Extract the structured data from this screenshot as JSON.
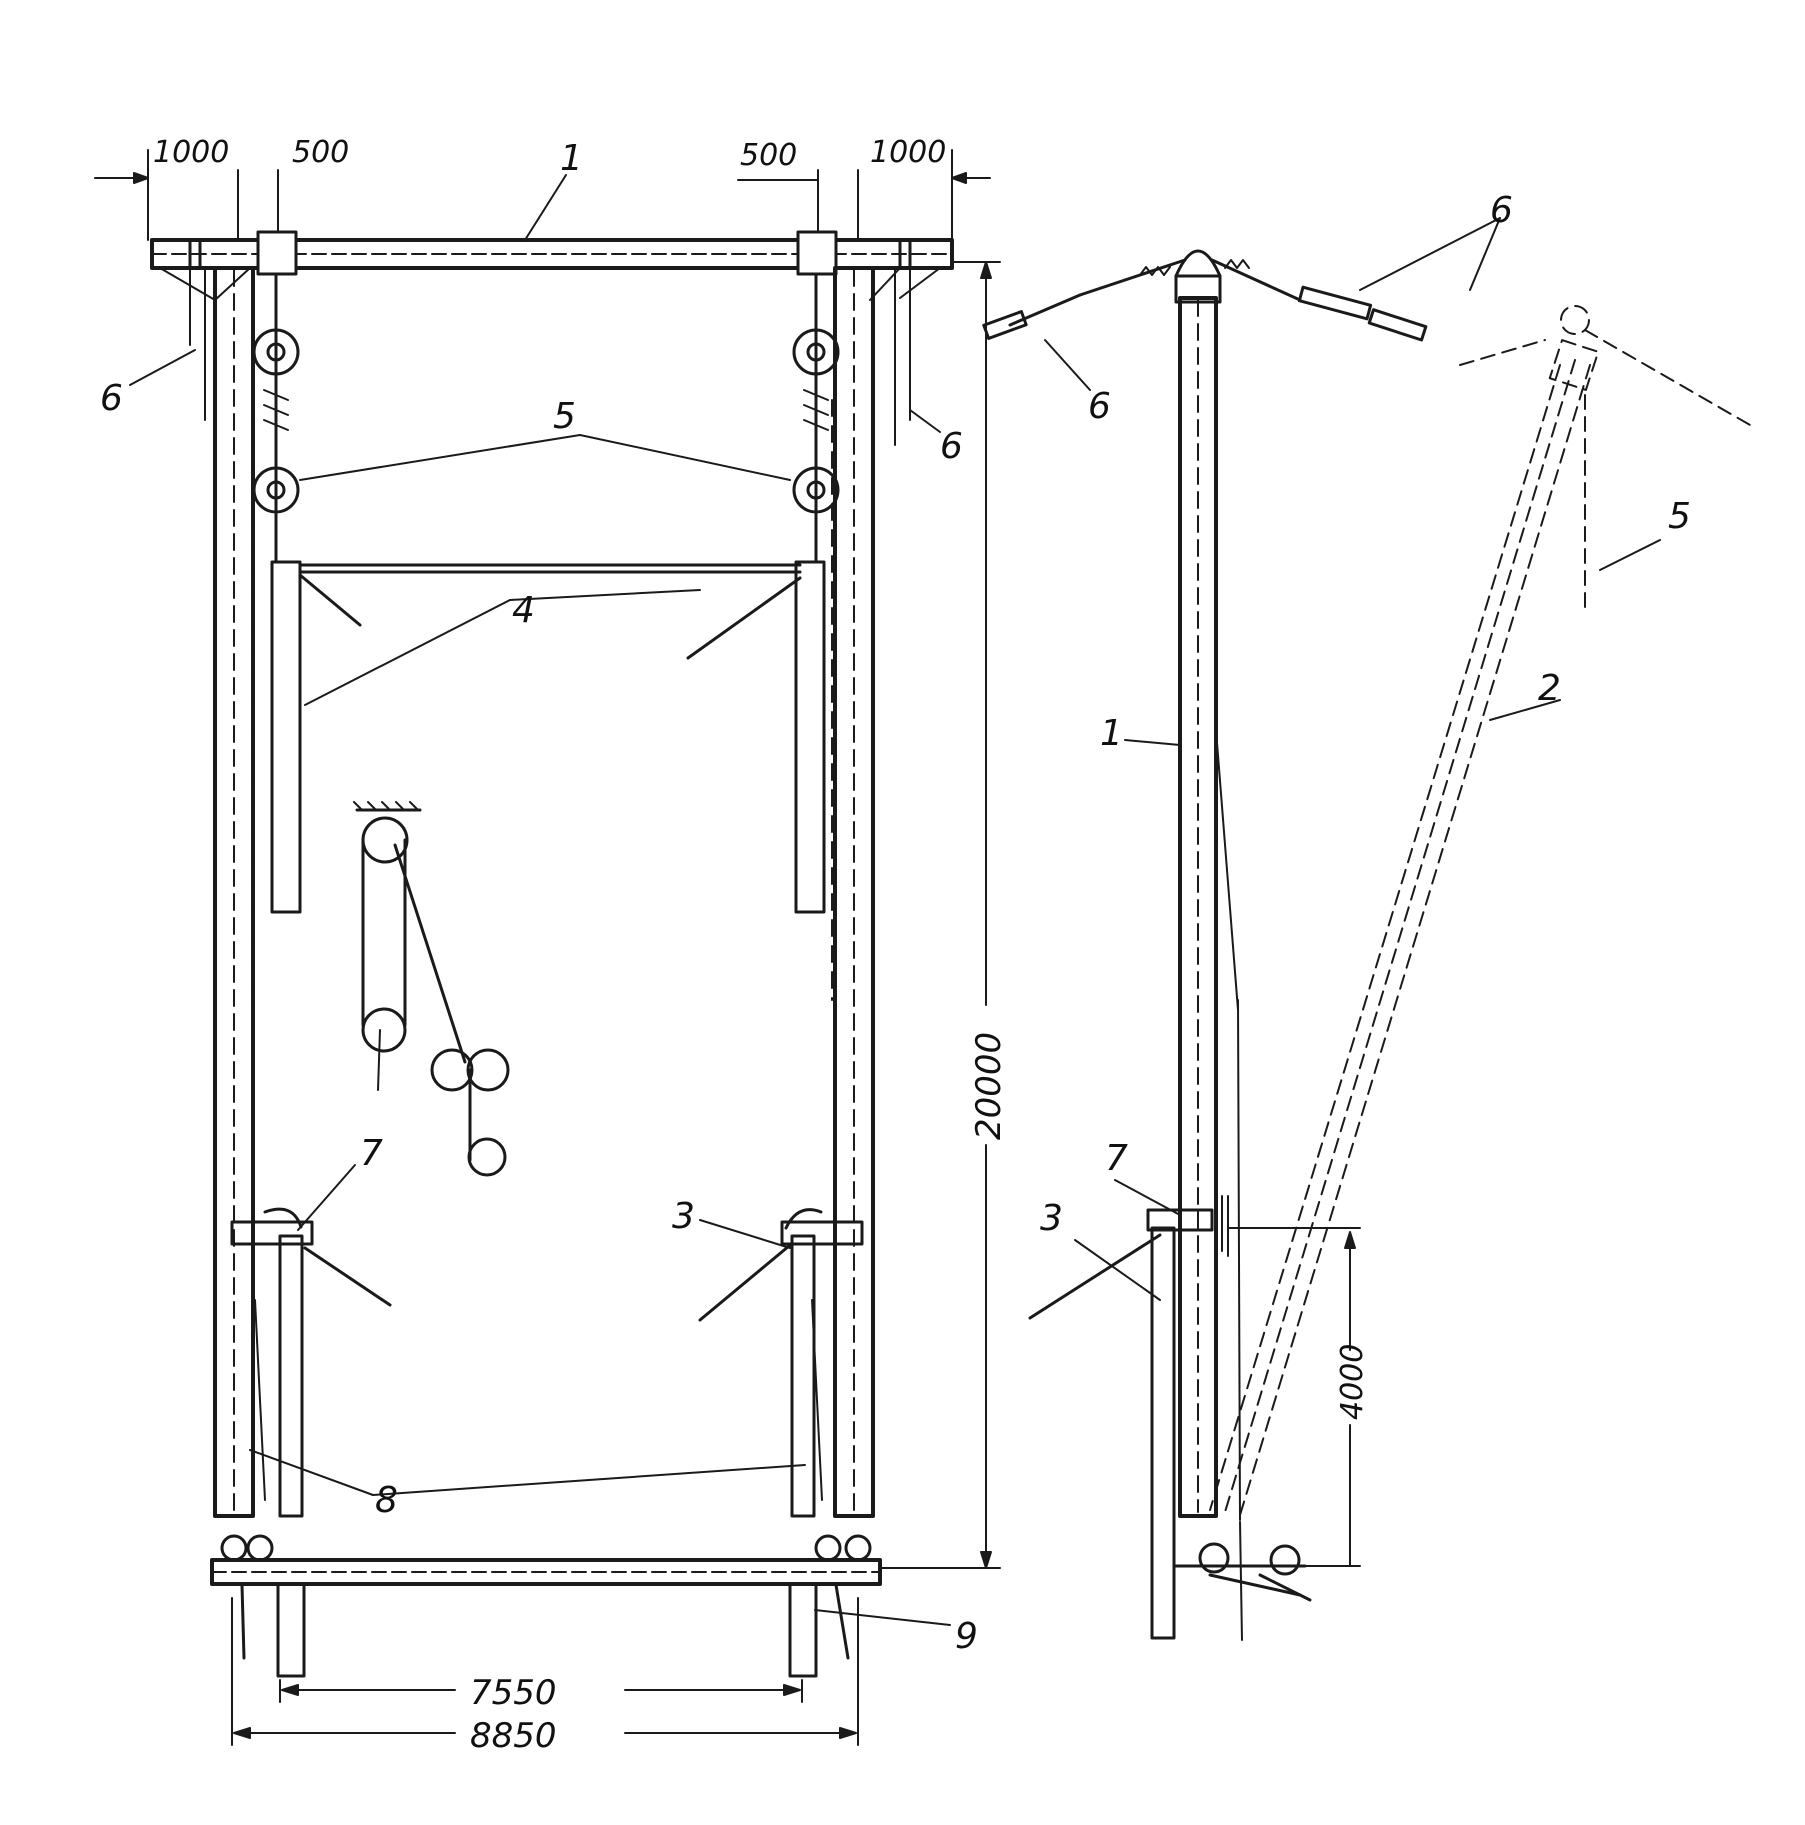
{
  "figure": {
    "callouts": {
      "c1_front": "1",
      "c1_side": "1",
      "c2": "2",
      "c3_front": "3",
      "c3_side": "3",
      "c4": "4",
      "c5_front": "5",
      "c5_side": "5",
      "c6_front_left": "6",
      "c6_front_right": "6",
      "c6_side_left": "6",
      "c6_side_right": "6",
      "c7_front": "7",
      "c7_side": "7",
      "c8": "8",
      "c9": "9"
    },
    "dimensions": {
      "top_left_overhang": "1000",
      "top_left_offset": "500",
      "top_right_offset": "500",
      "top_right_overhang": "1000",
      "height": "20000",
      "anchor_height": "4000",
      "inner_span": "7550",
      "outer_span": "8850"
    },
    "colors": {
      "ink": "#1a1a1a",
      "paper": "#ffffff"
    }
  }
}
